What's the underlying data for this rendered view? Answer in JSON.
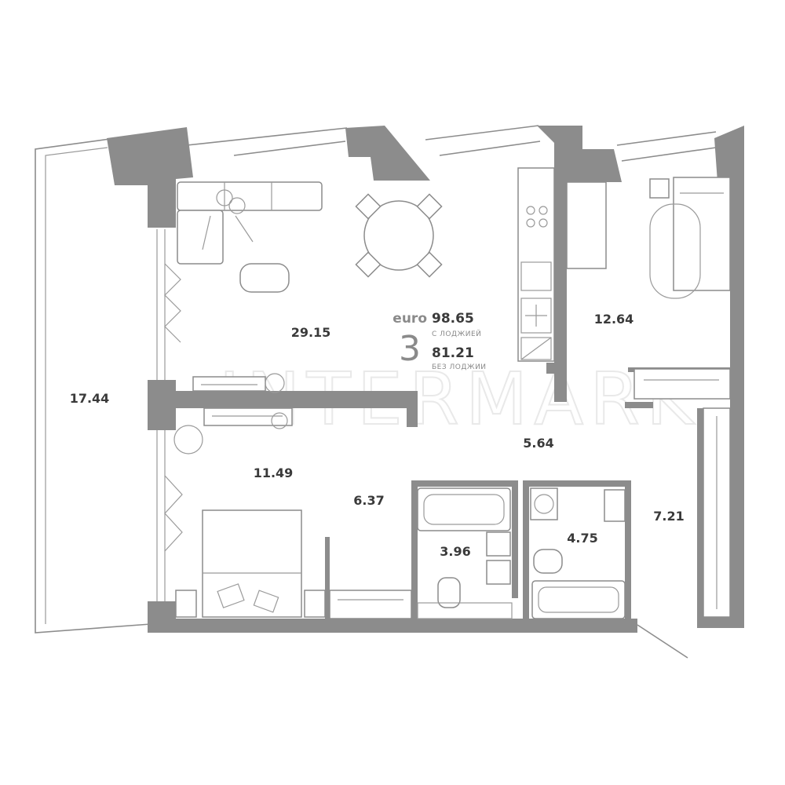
{
  "brand_watermark": "INTERMARK",
  "summary": {
    "format_label": "euro",
    "rooms_count": "3",
    "area_with_loggia": "98.65",
    "with_loggia_label": "С ЛОДЖИЕЙ",
    "area_without_loggia": "81.21",
    "without_loggia_label": "БЕЗ ЛОДЖИИ"
  },
  "rooms": [
    {
      "id": "loggia",
      "area": "17.44"
    },
    {
      "id": "living-kitchen",
      "area": "29.15"
    },
    {
      "id": "bedroom-right",
      "area": "12.64"
    },
    {
      "id": "bedroom-left",
      "area": "11.49"
    },
    {
      "id": "corridor",
      "area": "6.37"
    },
    {
      "id": "hall",
      "area": "5.64"
    },
    {
      "id": "bathroom-1",
      "area": "3.96"
    },
    {
      "id": "bathroom-2",
      "area": "4.75"
    },
    {
      "id": "wardrobe",
      "area": "7.21"
    }
  ],
  "colors": {
    "wall": "#8c8c8c",
    "text": "#3a3a3a",
    "muted": "#8a8a8a",
    "watermark": "#e9e9e9"
  }
}
